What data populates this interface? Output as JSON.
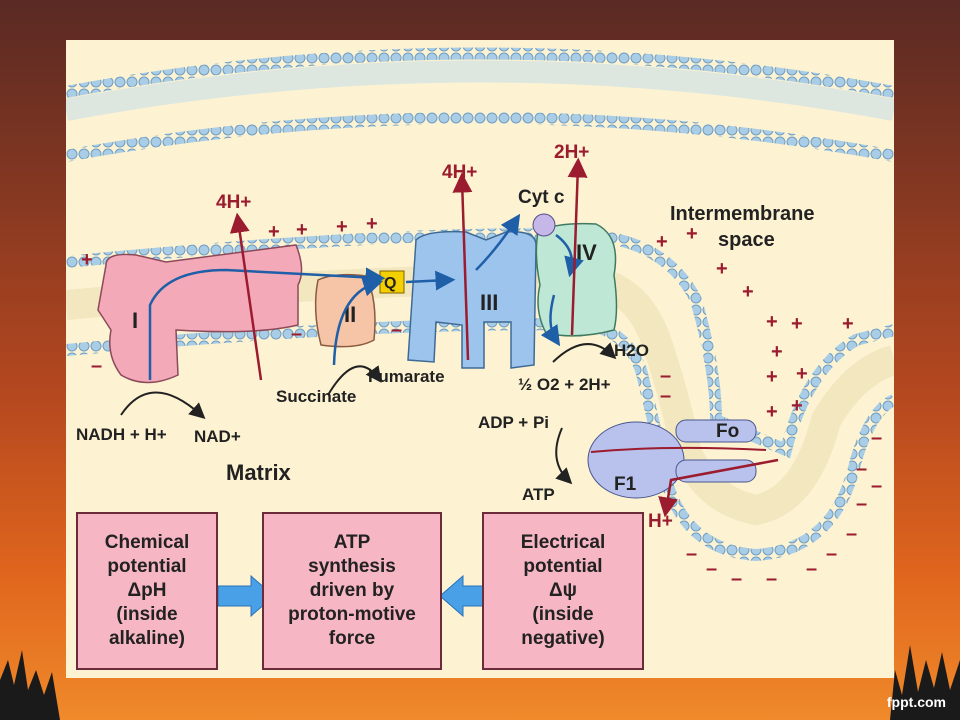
{
  "diagram": {
    "complexes": {
      "I": "I",
      "II": "II",
      "III": "III",
      "IV": "IV"
    },
    "labels": {
      "q": "Q",
      "cytc": "Cyt c",
      "intermembrane": [
        "Intermembrane",
        "space"
      ],
      "matrix": "Matrix",
      "h_4_left": "4H+",
      "h_4_right": "4H+",
      "h_2": "2H+",
      "nadh": "NADH + H+",
      "nad": "NAD+",
      "succinate": "Succinate",
      "fumarate": "Fumarate",
      "oxygen": "½ O2 + 2H+",
      "water": "H2O",
      "adp": "ADP + Pi",
      "atp": "ATP",
      "fo": "Fo",
      "f1": "F1",
      "h_atp": "H+"
    }
  },
  "boxes": [
    {
      "lines": [
        "Chemical",
        "potential",
        "ΔpH",
        "(inside",
        "alkaline)"
      ]
    },
    {
      "lines": [
        "ATP",
        "synthesis",
        "driven by",
        "proton-motive",
        "force"
      ]
    },
    {
      "lines": [
        "Electrical",
        "potential",
        "Δψ",
        "(inside",
        "negative)"
      ]
    }
  ],
  "footer": "fppt.com",
  "colors": {
    "membrane": "#a9cde6",
    "complex1": "#f4a9b9",
    "complex2": "#f6c4a7",
    "complex3": "#9dc4ec",
    "complex4": "#bfe7d6",
    "arrow_blue": "#1f5fa8",
    "arrow_red": "#9b1b2f"
  }
}
